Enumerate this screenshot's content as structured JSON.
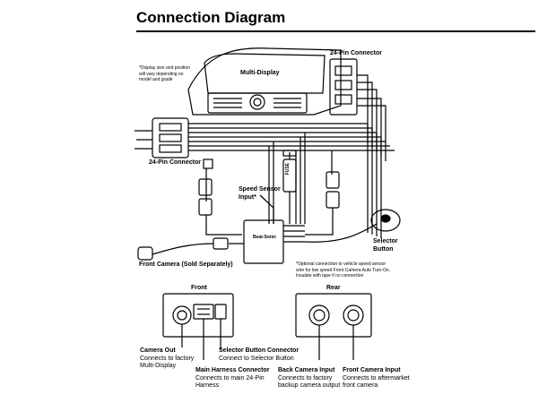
{
  "title": "Connection Diagram",
  "note_display": [
    "*Display size and position",
    "will vary depending on",
    "model and grade"
  ],
  "multi_display_label": "Multi-Display",
  "connector_24pin_top": "24-Pin Connector",
  "connector_24pin_left": "24-Pin Connector",
  "fuse_label": "FUSE",
  "speed_sensor": [
    "Speed Sensor",
    "Input*"
  ],
  "selector_button": [
    "Selector",
    "Button"
  ],
  "front_camera": "Front Camera (Sold Separately)",
  "speed_note": [
    "*Optional connection to vehicle speed sensor",
    "wire for low speed Front Camera Auto Turn-On.",
    "Insulate with tape if no connection"
  ],
  "panel_front_title": "Front",
  "panel_rear_title": "Rear",
  "callouts": {
    "camera_out": {
      "title": "Camera Out",
      "desc": [
        "Connects to factory",
        "Multi-Display"
      ]
    },
    "selector_connector": {
      "title": "Selector Button Connector",
      "desc": [
        "Connect to Selector Button"
      ]
    },
    "main_harness": {
      "title": "Main Harness Connector",
      "desc": [
        "Connects to main 24-Pin",
        "Harness"
      ]
    },
    "back_camera_input": {
      "title": "Back Camera Input",
      "desc": [
        "Connects to factory",
        "backup camera output"
      ]
    },
    "front_camera_input": {
      "title": "Front Camera Input",
      "desc": [
        "Connects to aftermarket",
        "front camera"
      ]
    }
  },
  "module_brand": "Beat-Sonic"
}
